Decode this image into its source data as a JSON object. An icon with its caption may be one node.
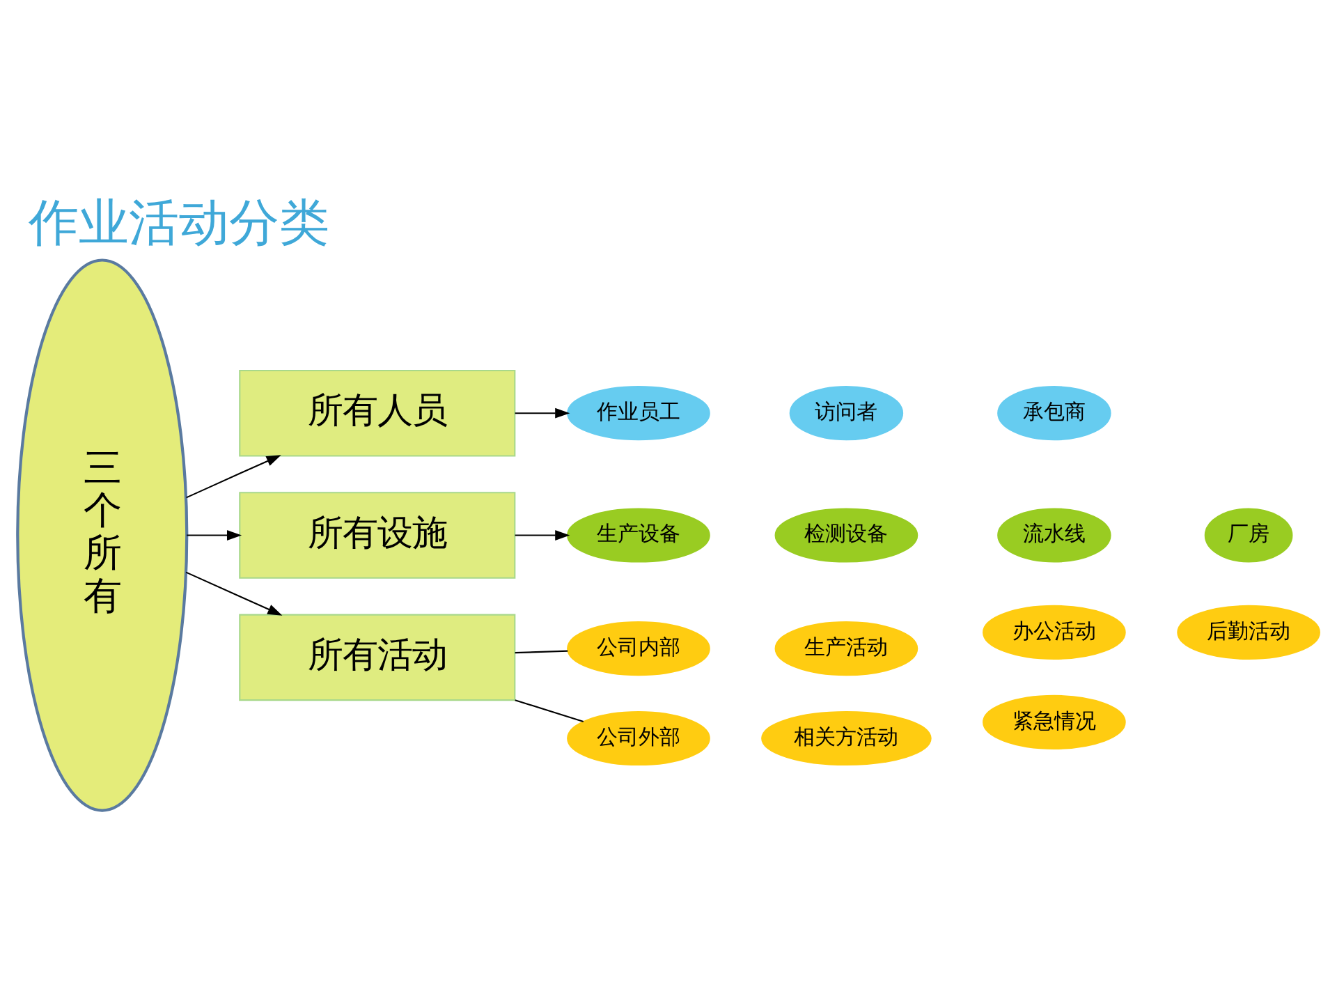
{
  "diagram": {
    "title": "作业活动分类",
    "nodes": [
      {
        "text": [
          "三个所有"
        ]
      },
      {
        "text": [
          "所有人员"
        ]
      },
      {
        "text": [
          "作业员工"
        ]
      },
      {
        "text": [
          "访问者"
        ]
      },
      {
        "text": [
          "承包商"
        ]
      },
      {
        "text": [
          "所有设施"
        ]
      },
      {
        "text": [
          "生产设备"
        ]
      },
      {
        "text": [
          "检测设备"
        ]
      },
      {
        "text": [
          "流水线"
        ]
      },
      {
        "text": [
          "厂房"
        ]
      },
      {
        "text": [
          "所有活动"
        ]
      },
      {
        "text": [
          "公司内部"
        ]
      },
      {
        "text": [
          "生产活动"
        ]
      },
      {
        "text": [
          "办公活动"
        ]
      },
      {
        "text": [
          "后勤活动"
        ]
      },
      {
        "text": [
          "紧急情况"
        ]
      },
      {
        "text": [
          "公司外部"
        ]
      },
      {
        "text": [
          "相关方活动"
        ]
      }
    ],
    "edges": [
      {
        "from": 0,
        "to": 1,
        "arrow": "to"
      },
      {
        "from": 0,
        "to": 5,
        "arrow": "to"
      },
      {
        "from": 0,
        "to": 10,
        "arrow": "to"
      },
      {
        "from": 1,
        "to": 2,
        "arrow": "to"
      },
      {
        "from": 5,
        "to": 6,
        "arrow": "to"
      },
      {
        "from": 10,
        "to": 11,
        "arrow": "none"
      },
      {
        "from": 10,
        "to": 16,
        "arrow": "none"
      }
    ]
  }
}
